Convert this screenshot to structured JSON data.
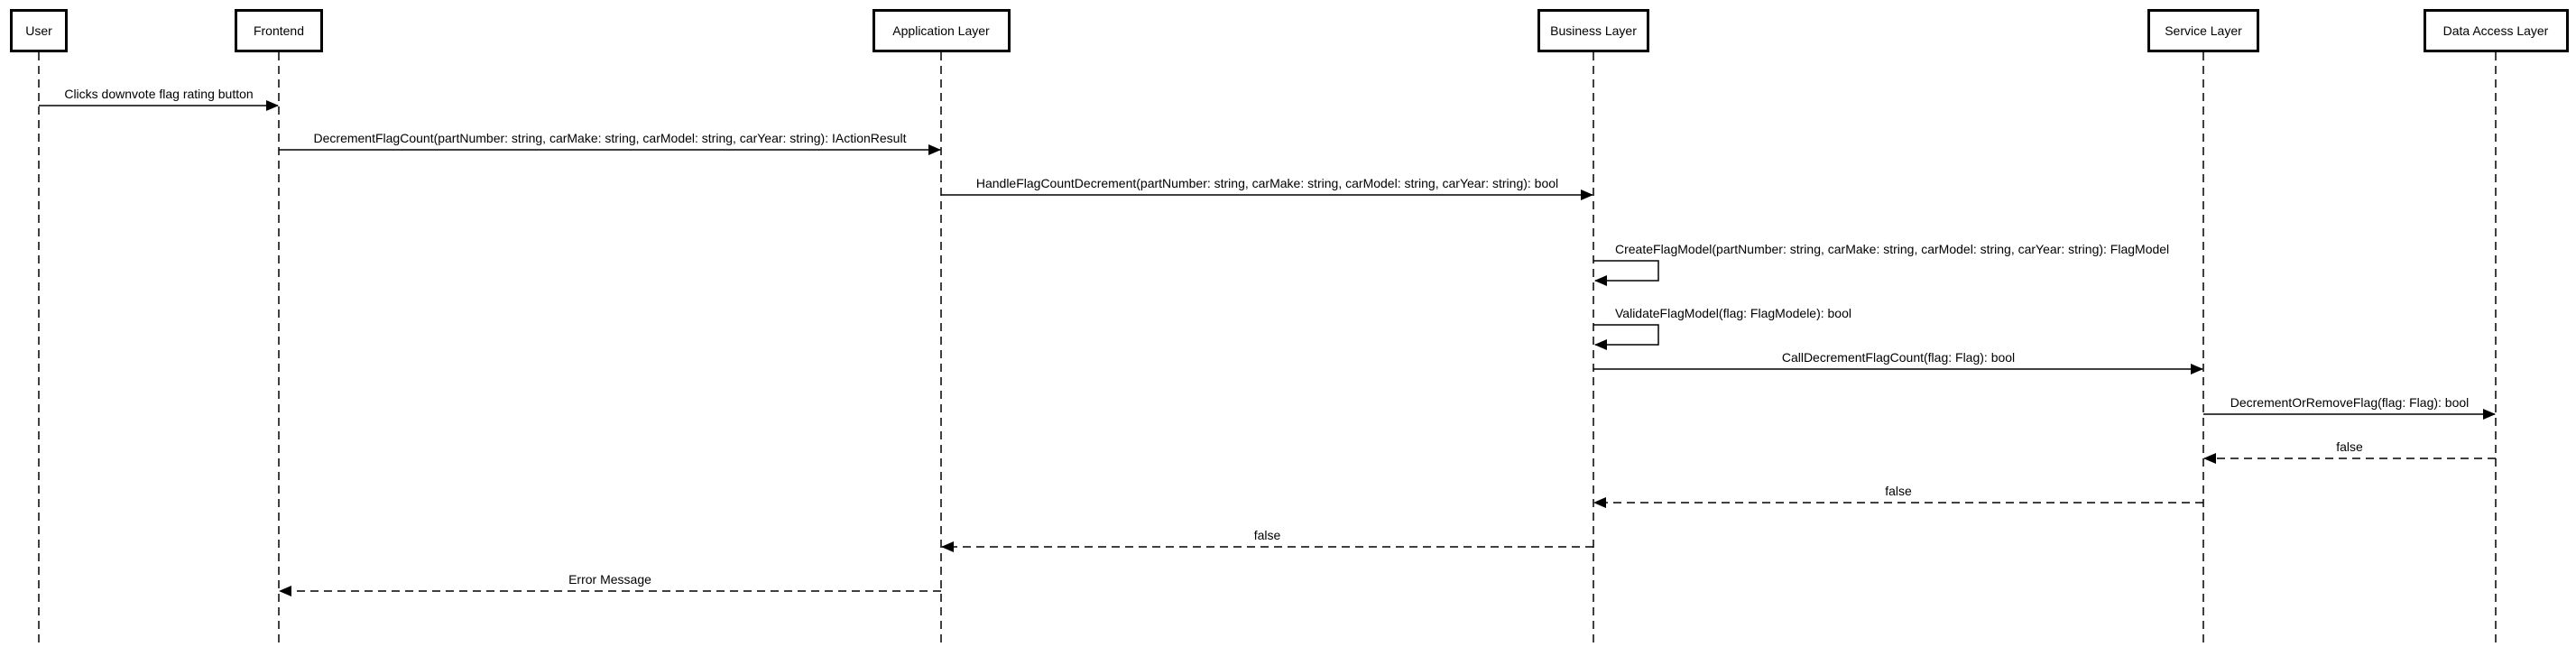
{
  "participants": [
    {
      "id": "user",
      "label": "User"
    },
    {
      "id": "frontend",
      "label": "Frontend"
    },
    {
      "id": "app",
      "label": "Application Layer"
    },
    {
      "id": "business",
      "label": "Business Layer"
    },
    {
      "id": "service",
      "label": "Service Layer"
    },
    {
      "id": "dal",
      "label": "Data Access Layer"
    }
  ],
  "messages": [
    {
      "from": "user",
      "to": "frontend",
      "label": "Clicks downvote flag rating button",
      "kind": "sync"
    },
    {
      "from": "frontend",
      "to": "app",
      "label": "DecrementFlagCount(partNumber: string, carMake: string, carModel: string, carYear: string): IActionResult",
      "kind": "sync"
    },
    {
      "from": "app",
      "to": "business",
      "label": "HandleFlagCountDecrement(partNumber: string, carMake: string, carModel: string, carYear: string): bool",
      "kind": "sync"
    },
    {
      "from": "business",
      "to": "business",
      "label": "CreateFlagModel(partNumber: string, carMake: string, carModel: string, carYear: string): FlagModel",
      "kind": "self"
    },
    {
      "from": "business",
      "to": "business",
      "label": "ValidateFlagModel(flag: FlagModele): bool",
      "kind": "self"
    },
    {
      "from": "business",
      "to": "service",
      "label": "CallDecrementFlagCount(flag: Flag): bool",
      "kind": "sync"
    },
    {
      "from": "service",
      "to": "dal",
      "label": "DecrementOrRemoveFlag(flag: Flag): bool",
      "kind": "sync"
    },
    {
      "from": "dal",
      "to": "service",
      "label": "false",
      "kind": "return"
    },
    {
      "from": "service",
      "to": "business",
      "label": "false",
      "kind": "return"
    },
    {
      "from": "business",
      "to": "app",
      "label": "false",
      "kind": "return"
    },
    {
      "from": "app",
      "to": "frontend",
      "label": "Error Message",
      "kind": "return"
    }
  ]
}
